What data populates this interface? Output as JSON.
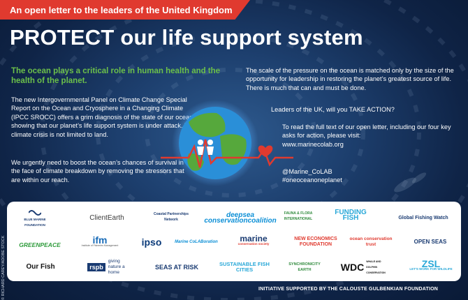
{
  "banner": "An open letter to the leaders of the United Kingdom",
  "headline": "PROTECT our life support system",
  "lead": "The ocean plays a critical role in human health and the health of the planet.",
  "paragraph1": "The new Intergovernmental Panel on Climate Change Special Report on the Ocean and Cryosphere in a Changing Climate (IPCC SROCC) offers a grim diagnosis of the state of our ocean, showing that our planet’s life support system is under attack. The climate crisis is not limited to land.",
  "paragraph2": "We urgently need to boost the ocean’s chances of survival in the face of climate breakdown by removing the stressors that are within our reach.",
  "paragraph3": "The scale of the pressure on the ocean is matched only by the size of the opportunity for leadership in restoring the planet’s greatest source of life. There is much that can and must be done.",
  "question": "Leaders of the UK, will you TAKE ACTION?",
  "cta": "To read the full text of our open letter, including our four key asks for action, please visit:",
  "url": "www.marinecolab.org",
  "handle": "@Marine_CoLAB",
  "hashtag": "#oneoceanoneplanet",
  "logos": {
    "blue_marine": "BLUE MARINE FOUNDATION",
    "clientearth": "ClientEarth",
    "coastal": "Coastal Partnerships Network",
    "deepsea": "deepsea conservationcoalition",
    "fauna_flora": "FAUNA & FLORA INTERNATIONAL",
    "funding_fish": "FUNDING FISH",
    "global_fishing": "Global Fishing Watch",
    "greenpeace": "GREENPEACE",
    "ifm": "ifm",
    "ifm_sub": "Institute of Fisheries Management",
    "ipso": "ipso",
    "marine_colab": "Marine CoLABoration",
    "marine_cs": "marine",
    "marine_cs_sub": "conservation society",
    "new_economics": "NEW ECONOMICS FOUNDATION",
    "ocean_trust": "ocean conservation trust",
    "open_seas": "OPEN SEAS",
    "our_fish": "Our Fish",
    "rspb": "rspb",
    "rspb_tag": "giving nature a home",
    "seas_at_risk": "SEAS AT RISK",
    "sustainable_fish": "SUSTAINABLE FISH CITIES",
    "synchronicity": "SYNCHRONICITY EARTH",
    "wdc": "WDC",
    "wdc_sub": "WHALE AND DOLPHIN CONSERVATION",
    "zsl": "ZSL",
    "zsl_sub": "LET'S WORK FOR WILDLIFE"
  },
  "footer": "INITIATIVE SUPPORTED BY THE CALOUSTE GULBENKIAN FOUNDATION",
  "credit": "© RICHARD CAREY/ADOBE STOCK",
  "colors": {
    "banner": "#e03a2f",
    "lead": "#6cc04a",
    "heart": "#e03a2f",
    "background": "#1d3f6e"
  }
}
